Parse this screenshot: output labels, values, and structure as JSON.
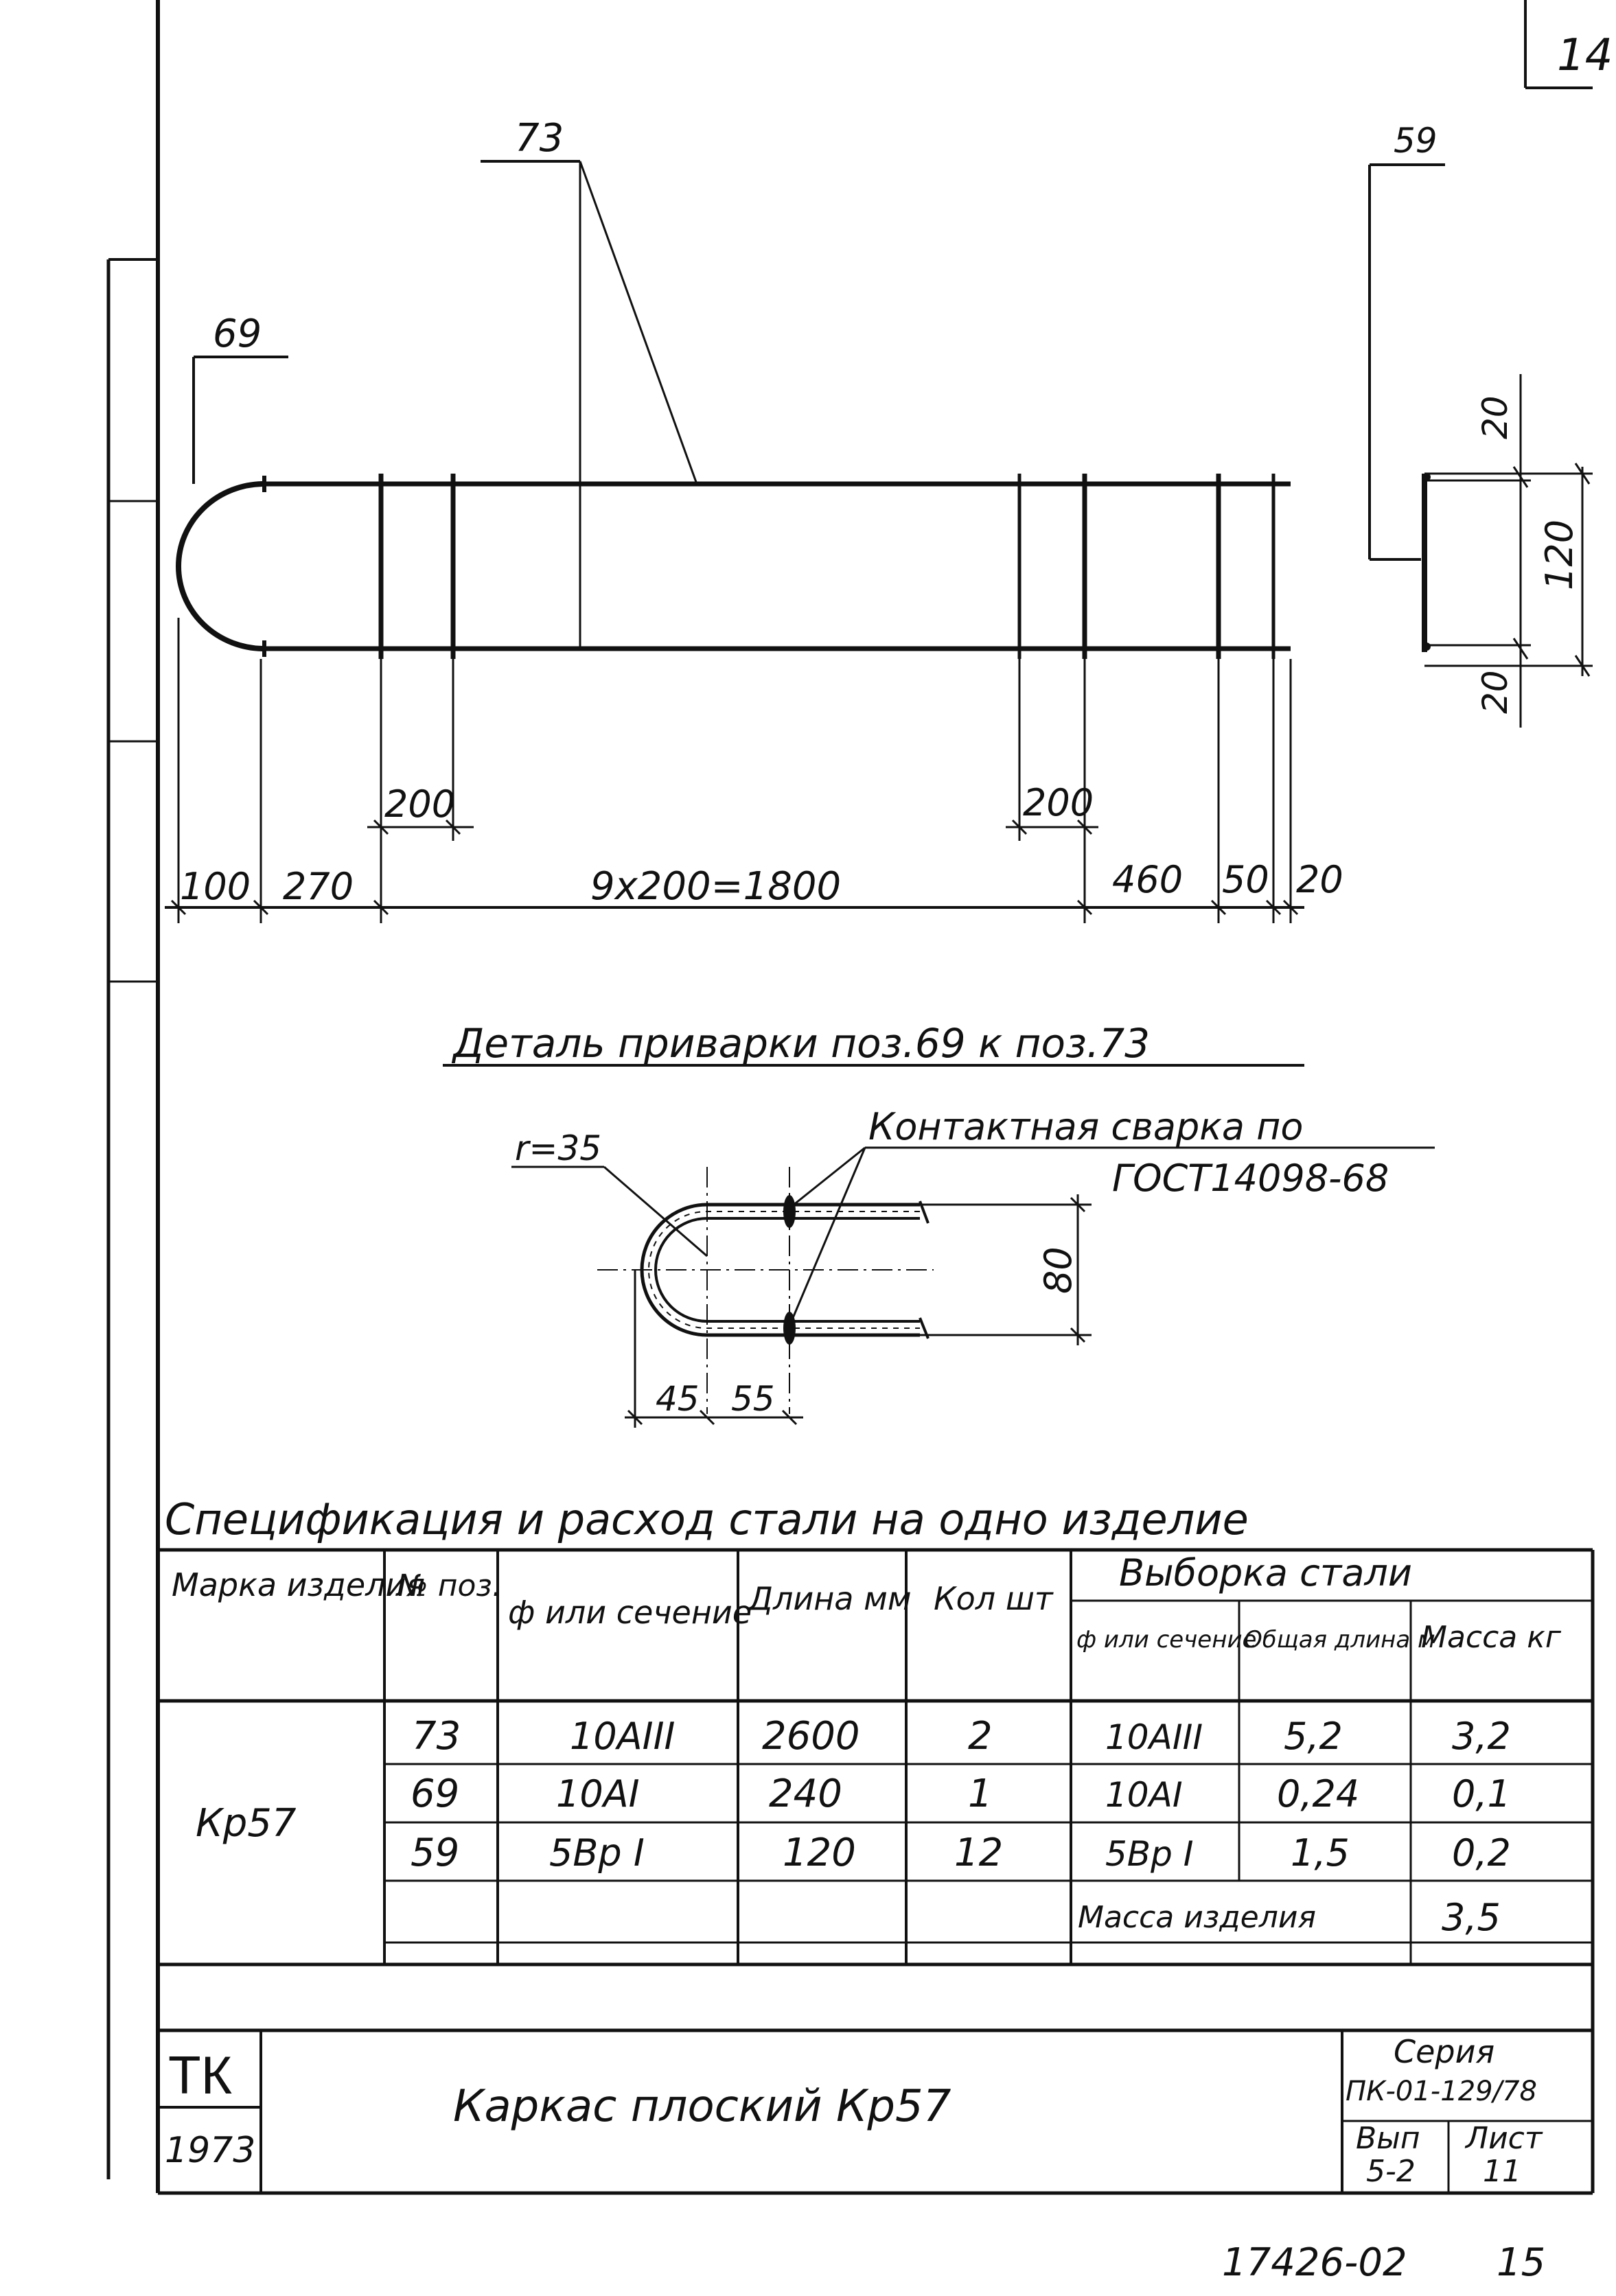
{
  "sheet": {
    "number": "14",
    "bottom_code": "17426-02",
    "bottom_page": "15"
  },
  "drawing": {
    "callouts": {
      "pos73": "73",
      "pos69": "69",
      "pos59": "59"
    },
    "dims_main": {
      "d100": "100",
      "d270": "270",
      "d200_left": "200",
      "d1800": "9x200=1800",
      "d200_right": "200",
      "d460": "460",
      "d50": "50",
      "d20": "20"
    },
    "dims_side": {
      "top20": "20",
      "h120": "120",
      "bot20": "20"
    }
  },
  "detail": {
    "title": "Деталь приварки поз.69 к поз.73",
    "radius": "r=35",
    "weld_note_line1": "Контактная сварка по",
    "weld_note_line2": "ГОСТ14098-68",
    "d80": "80",
    "d45": "45",
    "d55": "55"
  },
  "spec": {
    "title": "Спецификация и расход стали на одно изделие",
    "headers": {
      "mark": "Марка изделия",
      "pos": "№ поз.",
      "section": "ф или сечение",
      "length": "Длина мм",
      "qty": "Кол шт",
      "selection": "Выборка стали",
      "sel_section": "ф или сечение",
      "sel_total": "Общая длина м",
      "sel_mass": "Масса кг"
    },
    "mark_value": "Кр57",
    "rows": [
      {
        "pos": "73",
        "section": "10AIII",
        "length": "2600",
        "qty": "2",
        "sel_section": "10AIII",
        "total_len": "5,2",
        "mass": "3,2"
      },
      {
        "pos": "69",
        "section": "10AI",
        "length": "240",
        "qty": "1",
        "sel_section": "10AI",
        "total_len": "0,24",
        "mass": "0,1"
      },
      {
        "pos": "59",
        "section": "5Bp I",
        "length": "120",
        "qty": "12",
        "sel_section": "5Bp I",
        "total_len": "1,5",
        "mass": "0,2"
      }
    ],
    "mass_label": "Масса изделия",
    "mass_total": "3,5"
  },
  "titleblock": {
    "org": "ТК",
    "year": "1973",
    "name": "Каркас плоский Кр57",
    "series_label": "Серия",
    "series_value": "ПК-01-129/78",
    "issue_label": "Вып",
    "issue_value": "5-2",
    "sheet_label": "Лист",
    "sheet_value": "11"
  }
}
